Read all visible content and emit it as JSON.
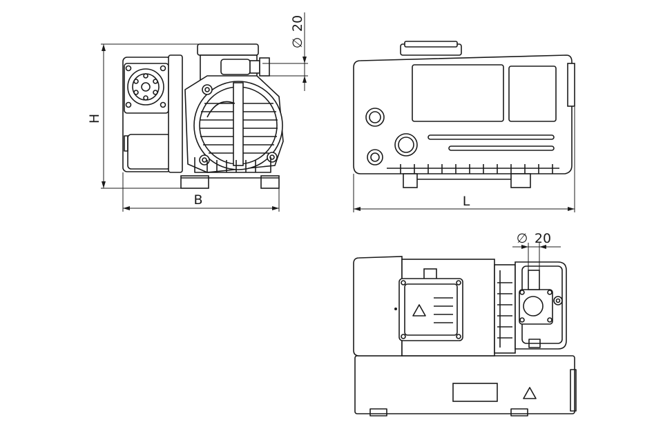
{
  "dimensions": {
    "height_label": "H",
    "width_label": "B",
    "length_label": "L",
    "front_port": "20",
    "top_port": "20",
    "diameter_symbol": "∅"
  },
  "colors": {
    "line": "#1a1a1a",
    "background": "#ffffff"
  }
}
